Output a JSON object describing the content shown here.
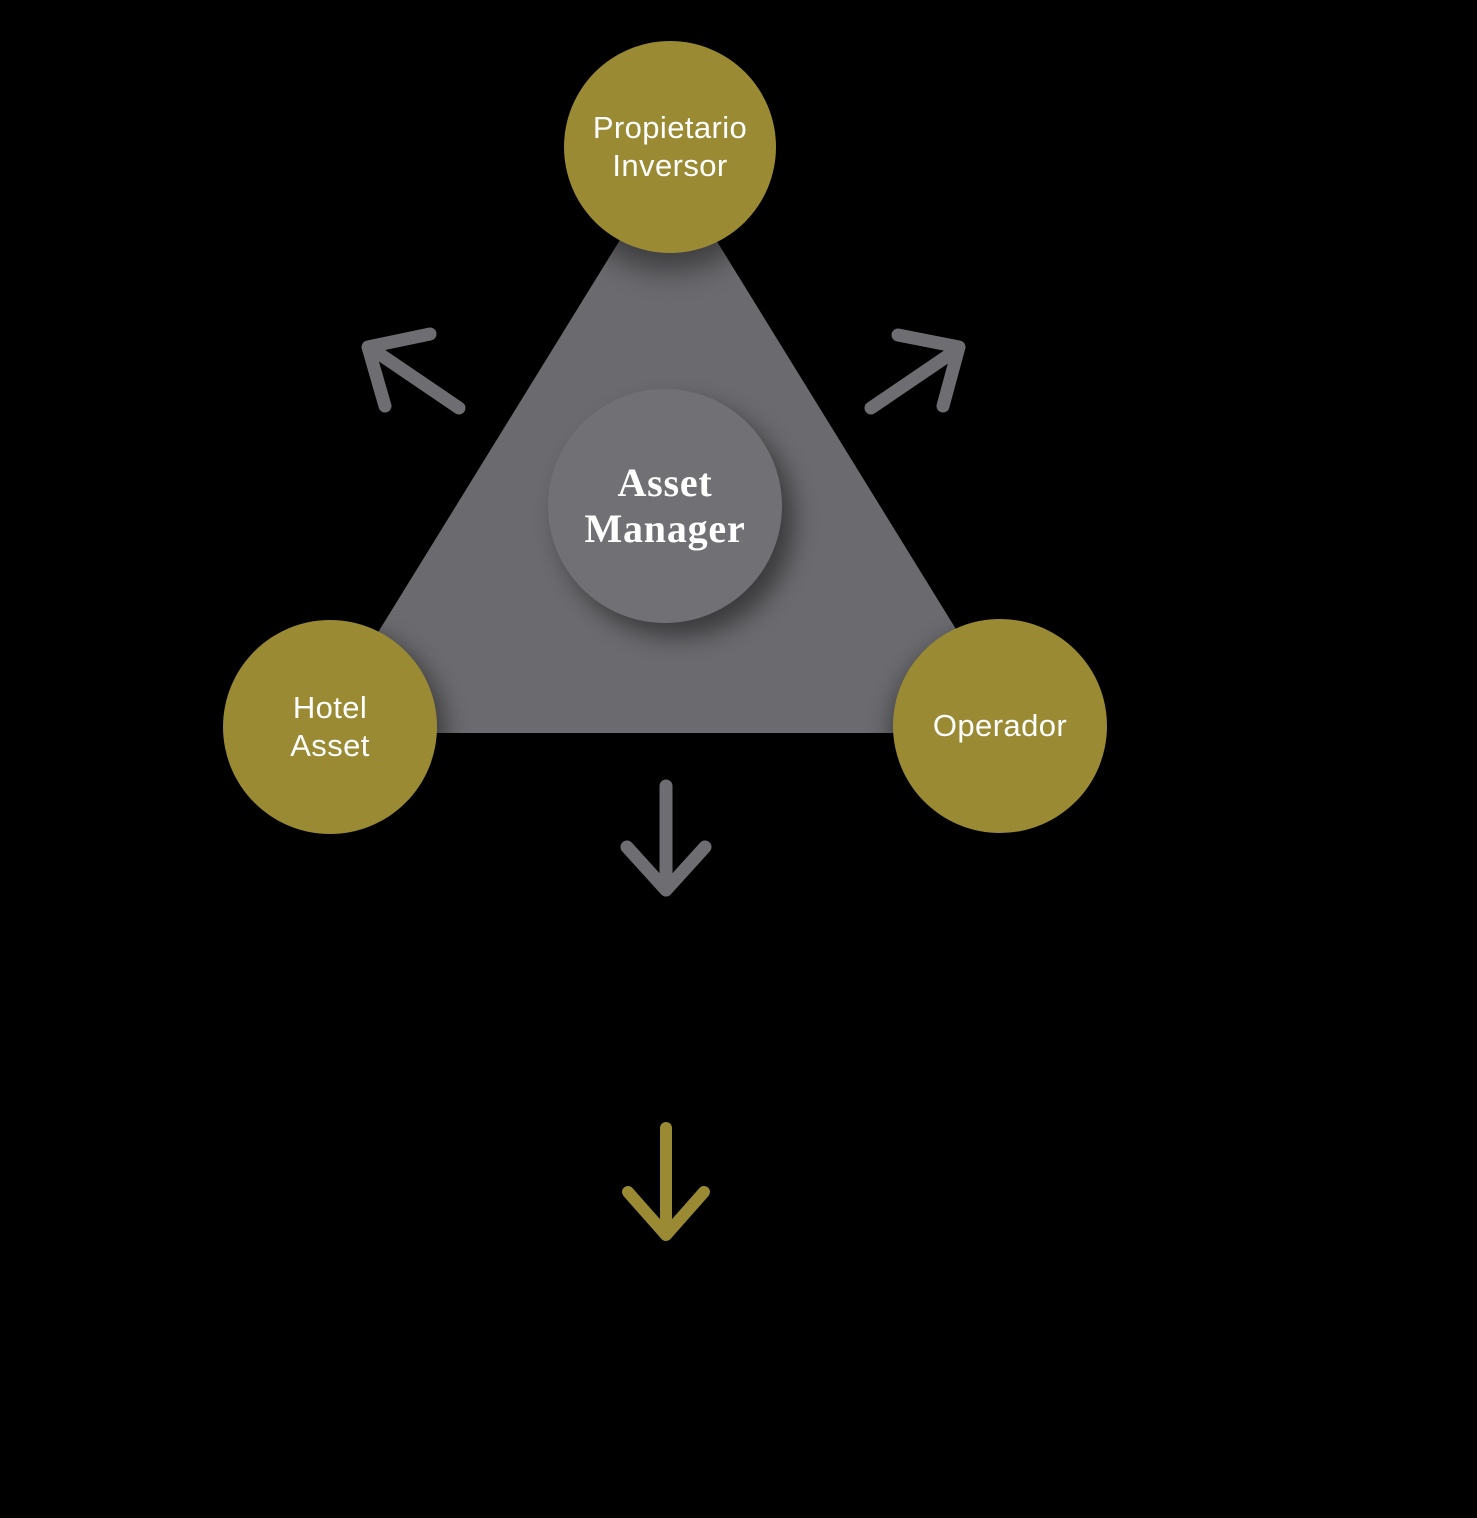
{
  "diagram": {
    "title": "Asset Manager relationship triangle",
    "nodes": {
      "center": {
        "line1": "Asset",
        "line2": "Manager"
      },
      "top": {
        "line1": "Propietario",
        "line2": "Inversor"
      },
      "left": {
        "line1": "Hotel",
        "line2": "Asset"
      },
      "right": {
        "label": "Operador"
      }
    },
    "arrows": [
      {
        "name": "arrow-up-left",
        "color": "gray"
      },
      {
        "name": "arrow-up-right",
        "color": "gray"
      },
      {
        "name": "arrow-down-gray",
        "color": "gray"
      },
      {
        "name": "arrow-down-gold",
        "color": "gold"
      }
    ]
  },
  "colors": {
    "bg": "#000000",
    "gold": "#998A33",
    "triangle": "#6B6B6F",
    "centerCircle": "#717175",
    "arrow": "#6E6E72",
    "text": "#FFFFFF"
  }
}
